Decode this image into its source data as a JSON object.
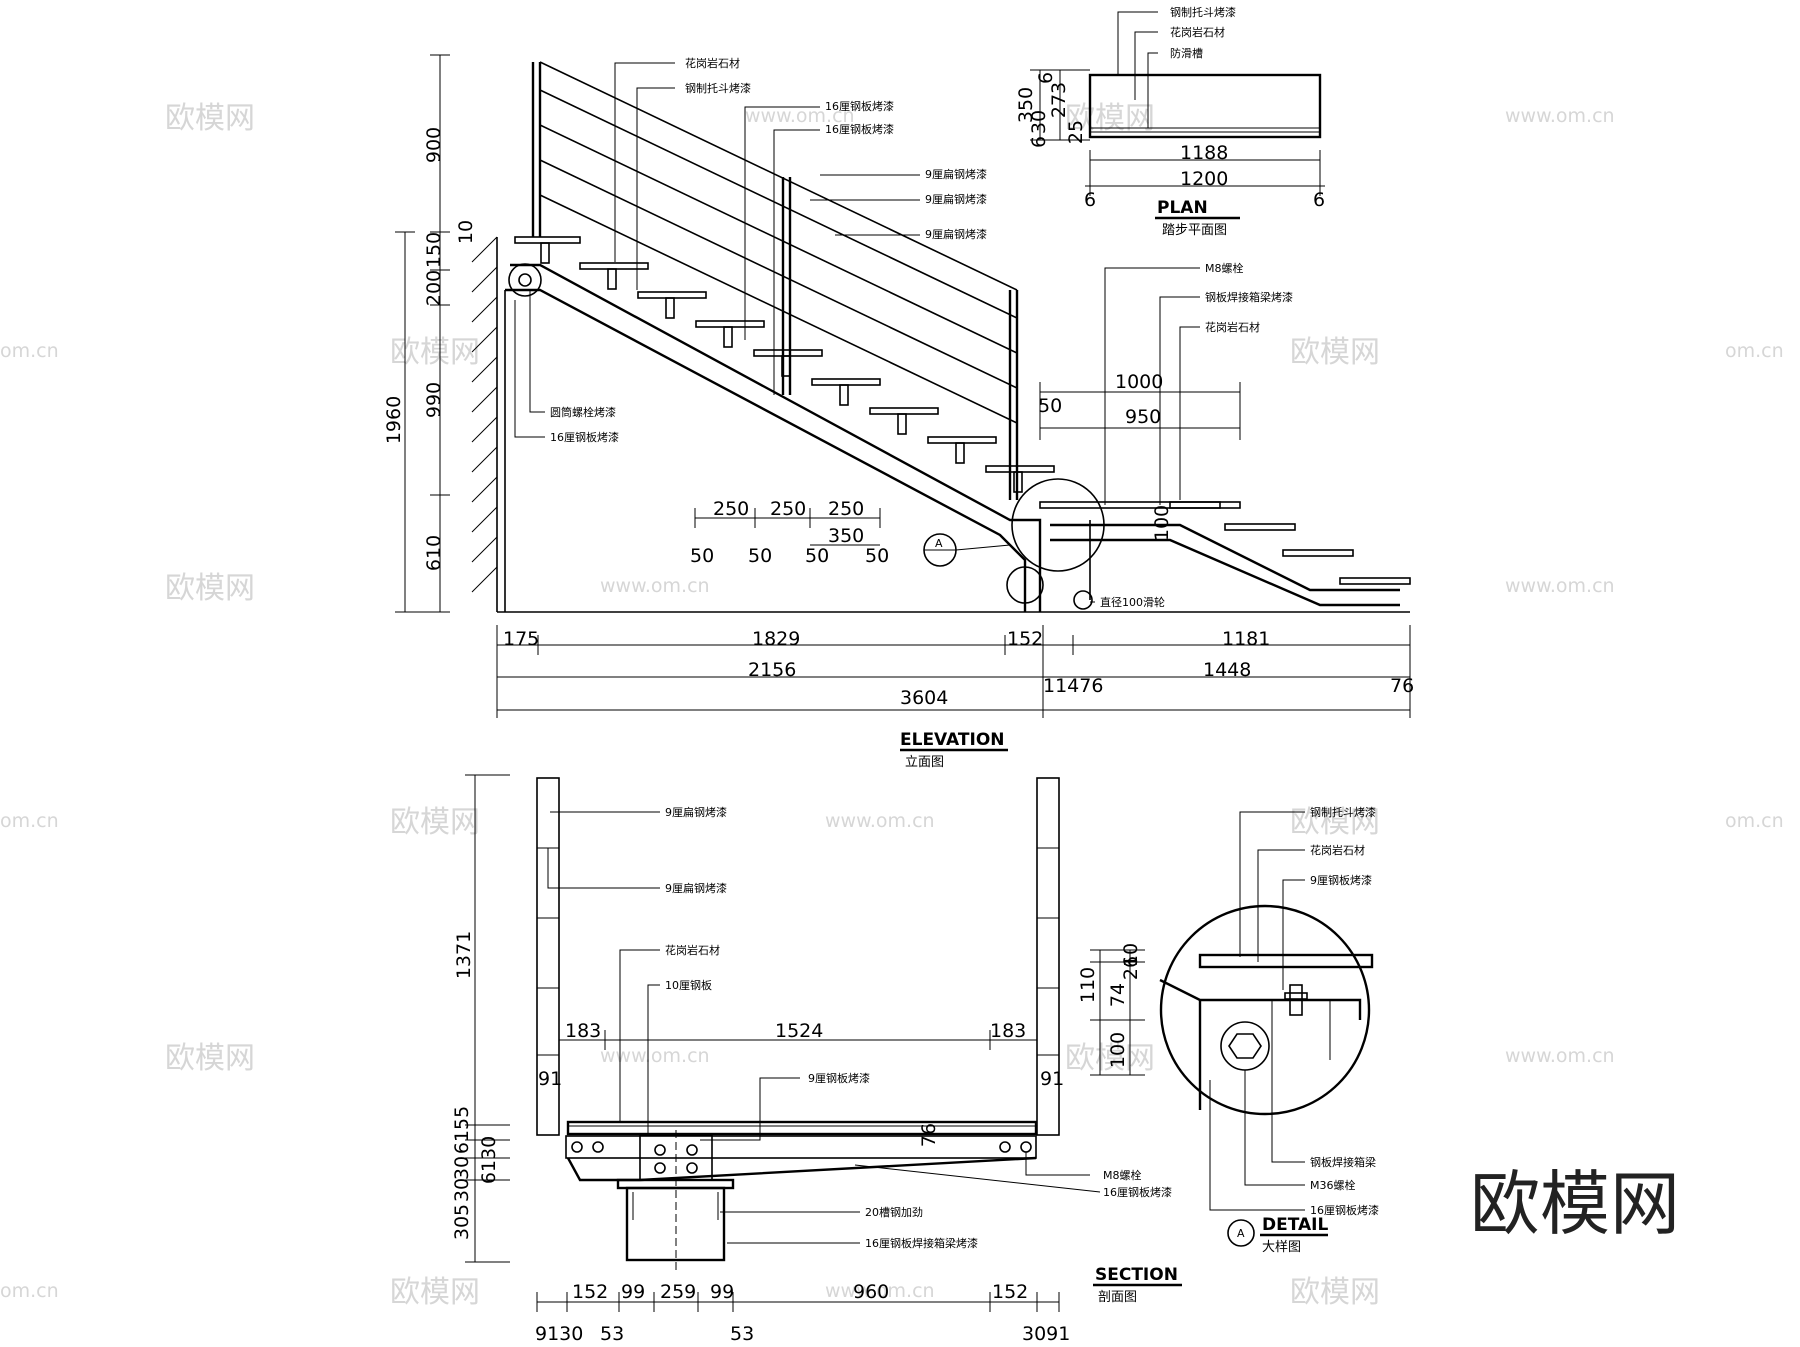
{
  "watermarks": {
    "brand": "欧模网",
    "site": "www.om.cn",
    "edge_fragment": "om.cn"
  },
  "logo": {
    "text": "欧模网"
  },
  "titles": {
    "elevation": "ELEVATION",
    "elevation_cn": "立面图",
    "plan": "PLAN",
    "plan_cn": "踏步平面图",
    "section": "SECTION",
    "section_cn": "剖面图",
    "detail": "DETAIL",
    "detail_cn": "大样图",
    "detail_marker": "A"
  },
  "elevation": {
    "left_dims": [
      "900",
      "150",
      "10",
      "200",
      "990",
      "610",
      "1960"
    ],
    "bottom_row1": [
      "175",
      "1829",
      "152",
      "1181"
    ],
    "bottom_row2": [
      "2156",
      "1448"
    ],
    "bottom_row3": [
      "3604",
      "11476",
      "76"
    ],
    "tread_dims": [
      "250",
      "250",
      "250",
      "350",
      "50",
      "50",
      "50",
      "50"
    ],
    "landing_dims": [
      "1000",
      "950",
      "50",
      "100"
    ],
    "section_marker": "A",
    "labels": [
      "花岗岩石材",
      "钢制托斗烤漆",
      "16厘钢板烤漆",
      "16厘钢板烤漆",
      "9厘扁钢烤漆",
      "9厘扁钢烤漆",
      "9厘扁钢烤漆",
      "M8螺栓",
      "钢板焊接箱梁烤漆",
      "花岗岩石材",
      "圆筒螺栓烤漆",
      "16厘钢板烤漆",
      "直径100滑轮"
    ]
  },
  "plan": {
    "labels": [
      "钢制托斗烤漆",
      "花岗岩石材",
      "防滑槽"
    ],
    "dims": [
      "350",
      "273",
      "6",
      "30",
      "6",
      "25",
      "1188",
      "1200",
      "6",
      "6"
    ]
  },
  "section": {
    "labels": [
      "9厘扁钢烤漆",
      "9厘扁钢烤漆",
      "花岗岩石材",
      "10厘钢板",
      "9厘钢板烤漆",
      "M8螺栓",
      "16厘钢板烤漆",
      "20槽钢加劲",
      "16厘钢板焊接箱梁烤漆"
    ],
    "dims": {
      "height": "1371",
      "top": [
        "183",
        "1524",
        "183"
      ],
      "side": [
        "91",
        "91"
      ],
      "left_stack": [
        "30",
        "6155",
        "6130",
        "30",
        "305"
      ],
      "mid_right": "76",
      "bottom_row1": [
        "152",
        "99",
        "259",
        "99",
        "960",
        "152"
      ],
      "bottom_row2": [
        "9130",
        "53",
        "53",
        "3091"
      ]
    }
  },
  "detail": {
    "labels": [
      "钢制托斗烤漆",
      "花岗岩石材",
      "9厘钢板烤漆",
      "钢板焊接箱梁",
      "M36螺栓",
      "16厘钢板烤漆"
    ],
    "dims": [
      "10",
      "26",
      "110",
      "74",
      "100"
    ]
  }
}
